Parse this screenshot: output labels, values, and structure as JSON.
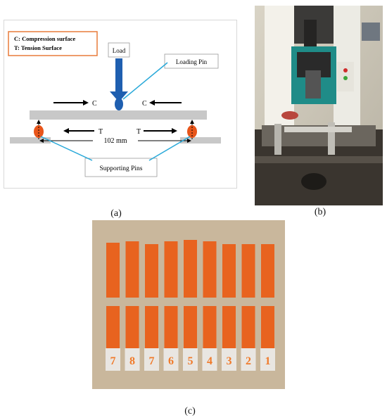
{
  "figure": {
    "caption_a": "(a)",
    "caption_b": "(b)",
    "caption_c": "(c)"
  },
  "diagram": {
    "legend_line1": "C: Compression surface",
    "legend_line2": "T: Tension Surface",
    "load_label": "Load",
    "loading_pin_label": "Loading Pin",
    "compression_label": "C",
    "tension_label": "T",
    "span_label": "102 mm",
    "supporting_pins_label": "Supporting Pins",
    "colors": {
      "arrow_blue": "#1f5fb0",
      "pin_orange": "#e8551a",
      "leader_cyan": "#29a9d9",
      "beam_grey": "#c8c8c8",
      "legend_border": "#e87b3a"
    }
  },
  "specimens": {
    "labels": [
      "7",
      "8",
      "7",
      "6",
      "5",
      "4",
      "3",
      "2",
      "1"
    ],
    "color": "#e8631f"
  }
}
